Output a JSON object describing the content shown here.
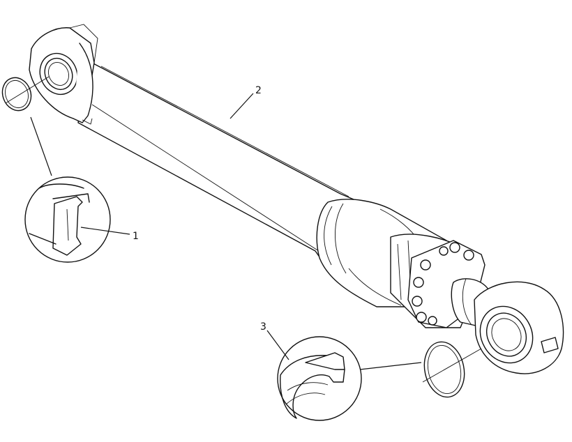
{
  "callouts": {
    "c1": "1",
    "c2": "2",
    "c3": "3"
  },
  "colors": {
    "line": "#111111",
    "background": "#ffffff",
    "seal_fill": "#d9d9d9"
  }
}
